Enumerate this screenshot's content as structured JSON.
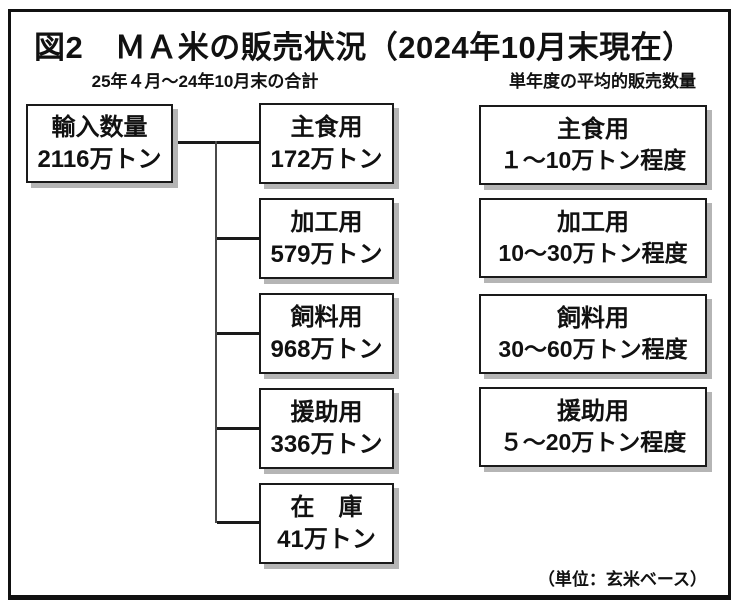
{
  "title": "図2　ＭＡ米の販売状況（2024年10月末現在）",
  "headers": {
    "left": "25年４月～24年10月末の合計",
    "right": "単年度の平均的販売数量"
  },
  "import_box": {
    "label": "輸入数量",
    "value": "2116万トン"
  },
  "cumulative_boxes": [
    {
      "label": "主食用",
      "value": "172万トン"
    },
    {
      "label": "加工用",
      "value": "579万トン"
    },
    {
      "label": "飼料用",
      "value": "968万トン"
    },
    {
      "label": "援助用",
      "value": "336万トン"
    },
    {
      "label": "在　庫",
      "value": "41万トン"
    }
  ],
  "annual_boxes": [
    {
      "label": "主食用",
      "value": "１～10万トン程度"
    },
    {
      "label": "加工用",
      "value": "10～30万トン程度"
    },
    {
      "label": "飼料用",
      "value": "30～60万トン程度"
    },
    {
      "label": "援助用",
      "value": "５～20万トン程度"
    }
  ],
  "footnote": "（単位：玄米ベース）",
  "colors": {
    "box_border": "#1a1a1a",
    "box_shadow": "#b5b5b5",
    "frame_border": "#111111",
    "connector": "#1a1a1a",
    "trunk": "#4a4a4a",
    "background": "#ffffff",
    "text": "#111111"
  }
}
